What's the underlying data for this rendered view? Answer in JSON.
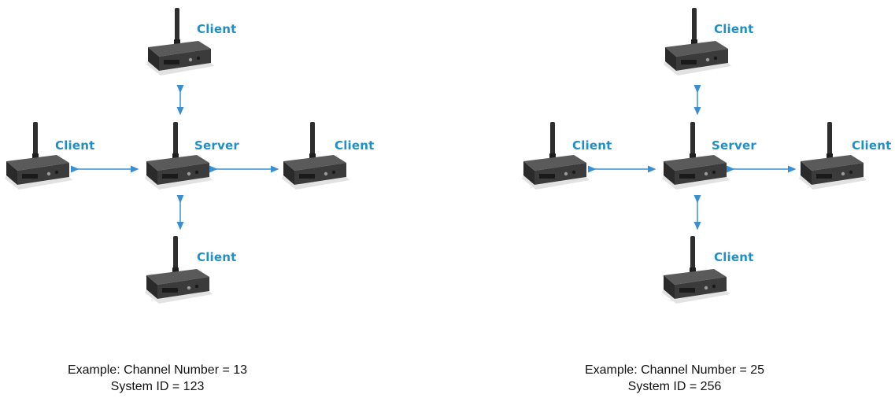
{
  "diagrams": [
    {
      "labels": {
        "top": "Client",
        "left": "Client",
        "center": "Server",
        "right": "Client",
        "bottom": "Client"
      },
      "caption": {
        "line1": "Example:  Channel Number = 13",
        "line2": "System ID = 123"
      }
    },
    {
      "labels": {
        "top": "Client",
        "left": "Client",
        "center": "Server",
        "right": "Client",
        "bottom": "Client"
      },
      "caption": {
        "line1": "Example:  Channel Number = 25",
        "line2": "System ID = 256"
      }
    }
  ],
  "colors": {
    "label": "#1f8fc4",
    "arrow": "#3b8fd0",
    "device": "#3a3a3a"
  }
}
